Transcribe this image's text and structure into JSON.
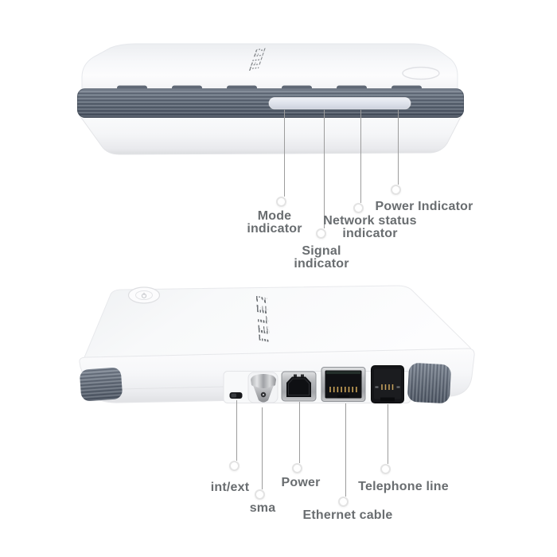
{
  "colors": {
    "background": "#ffffff",
    "band_gray": "#636d7b",
    "bumper_gray": "#6b7481",
    "led_strip": "#d9dde7",
    "device_white": "#f6f7f9",
    "logo_gray": "#6f7377",
    "callout_line": "#9c9c9c",
    "circle_border": "#e3e3e3",
    "label_text": "#696d70",
    "port_black": "#131417",
    "port_metal": "#b5b8bc",
    "pin_gold": "#c9a257"
  },
  "brand": "TELE2",
  "top_view": {
    "callouts": {
      "mode": {
        "line1": "Mode",
        "line2": "indicator"
      },
      "signal": {
        "line1": "Signal",
        "line2": "indicator"
      },
      "network": {
        "line1": "Network status",
        "line2": "indicator"
      },
      "power": {
        "label": "Power Indicator"
      }
    }
  },
  "rear_view": {
    "callouts": {
      "int_ext": {
        "label": "int/ext"
      },
      "sma": {
        "label": "sma"
      },
      "power": {
        "label": "Power"
      },
      "ethernet": {
        "label": "Ethernet cable"
      },
      "telephone": {
        "label": "Telephone line"
      }
    }
  }
}
